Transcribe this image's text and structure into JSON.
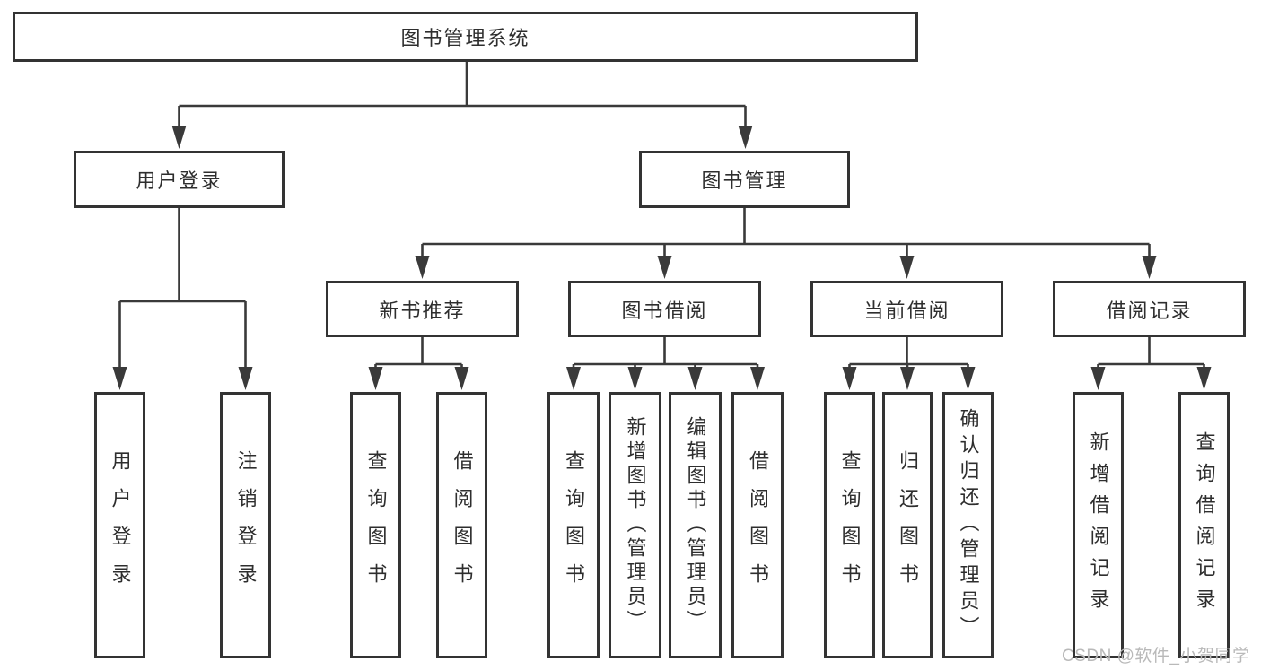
{
  "colors": {
    "background": "#ffffff",
    "line": "#3a3a3a",
    "box_border": "#333333",
    "text": "#2e2e2e",
    "watermark": "#b9b9b9"
  },
  "watermark": {
    "text": "CSDN @软件_小贺同学"
  },
  "tree": {
    "label": "图书管理系统",
    "children": [
      {
        "label": "用户登录",
        "children": [
          {
            "label": "用户登录"
          },
          {
            "label": "注销登录"
          }
        ]
      },
      {
        "label": "图书管理",
        "children": [
          {
            "label": "新书推荐",
            "children": [
              {
                "label": "查询图书"
              },
              {
                "label": "借阅图书"
              }
            ]
          },
          {
            "label": "图书借阅",
            "children": [
              {
                "label": "查询图书"
              },
              {
                "label": "新增图书（管理员）"
              },
              {
                "label": "编辑图书（管理员）"
              },
              {
                "label": "借阅图书"
              }
            ]
          },
          {
            "label": "当前借阅",
            "children": [
              {
                "label": "查询图书"
              },
              {
                "label": "归还图书"
              },
              {
                "label": "确认归还（管理员）"
              }
            ]
          },
          {
            "label": "借阅记录",
            "children": [
              {
                "label": "新增借阅记录"
              },
              {
                "label": "查询借阅记录"
              }
            ]
          }
        ]
      }
    ]
  }
}
